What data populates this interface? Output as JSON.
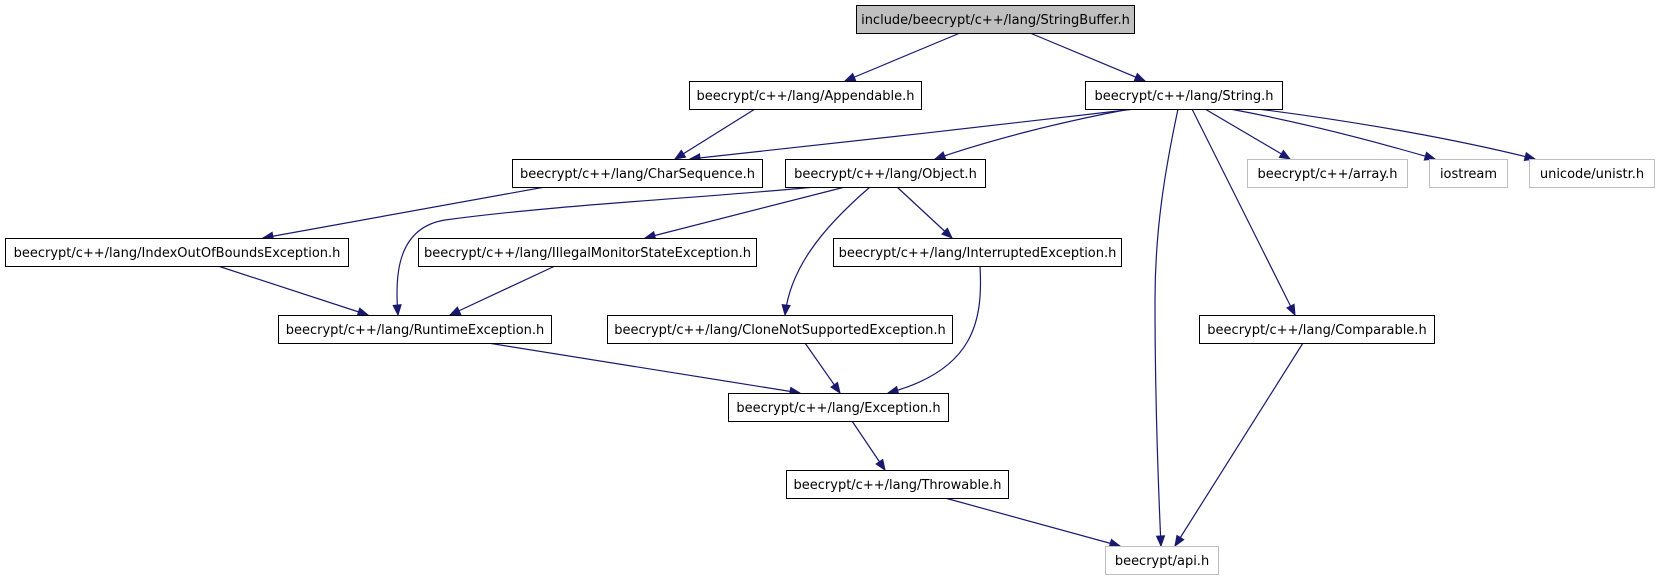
{
  "graph": {
    "colors": {
      "edge": "#191970",
      "node_border": "#000000",
      "external_border": "#bfbfbf",
      "root_fill": "#bfbfbf",
      "node_fill": "#ffffff"
    },
    "nodes": [
      {
        "id": "stringbuffer",
        "label": "include/beecrypt/c++/lang/StringBuffer.h",
        "kind": "root"
      },
      {
        "id": "appendable",
        "label": "beecrypt/c++/lang/Appendable.h",
        "kind": "internal"
      },
      {
        "id": "string",
        "label": "beecrypt/c++/lang/String.h",
        "kind": "internal"
      },
      {
        "id": "charsequence",
        "label": "beecrypt/c++/lang/CharSequence.h",
        "kind": "internal"
      },
      {
        "id": "object",
        "label": "beecrypt/c++/lang/Object.h",
        "kind": "internal"
      },
      {
        "id": "array",
        "label": "beecrypt/c++/array.h",
        "kind": "external"
      },
      {
        "id": "iostream",
        "label": "iostream",
        "kind": "external"
      },
      {
        "id": "unistr",
        "label": "unicode/unistr.h",
        "kind": "external"
      },
      {
        "id": "indexoutofbounds",
        "label": "beecrypt/c++/lang/IndexOutOfBoundsException.h",
        "kind": "internal"
      },
      {
        "id": "illegalmonitor",
        "label": "beecrypt/c++/lang/IllegalMonitorStateException.h",
        "kind": "internal"
      },
      {
        "id": "interrupted",
        "label": "beecrypt/c++/lang/InterruptedException.h",
        "kind": "internal"
      },
      {
        "id": "runtime",
        "label": "beecrypt/c++/lang/RuntimeException.h",
        "kind": "internal"
      },
      {
        "id": "clonenotsupported",
        "label": "beecrypt/c++/lang/CloneNotSupportedException.h",
        "kind": "internal"
      },
      {
        "id": "comparable",
        "label": "beecrypt/c++/lang/Comparable.h",
        "kind": "internal"
      },
      {
        "id": "exception",
        "label": "beecrypt/c++/lang/Exception.h",
        "kind": "internal"
      },
      {
        "id": "throwable",
        "label": "beecrypt/c++/lang/Throwable.h",
        "kind": "internal"
      },
      {
        "id": "api",
        "label": "beecrypt/api.h",
        "kind": "external"
      }
    ],
    "edges": [
      {
        "from": "stringbuffer",
        "to": "appendable"
      },
      {
        "from": "stringbuffer",
        "to": "string"
      },
      {
        "from": "appendable",
        "to": "charsequence"
      },
      {
        "from": "string",
        "to": "charsequence"
      },
      {
        "from": "string",
        "to": "object"
      },
      {
        "from": "string",
        "to": "array"
      },
      {
        "from": "string",
        "to": "iostream"
      },
      {
        "from": "string",
        "to": "unistr"
      },
      {
        "from": "string",
        "to": "comparable"
      },
      {
        "from": "string",
        "to": "api"
      },
      {
        "from": "charsequence",
        "to": "indexoutofbounds"
      },
      {
        "from": "object",
        "to": "runtime"
      },
      {
        "from": "object",
        "to": "illegalmonitor"
      },
      {
        "from": "object",
        "to": "interrupted"
      },
      {
        "from": "object",
        "to": "clonenotsupported"
      },
      {
        "from": "indexoutofbounds",
        "to": "runtime"
      },
      {
        "from": "illegalmonitor",
        "to": "runtime"
      },
      {
        "from": "runtime",
        "to": "exception"
      },
      {
        "from": "clonenotsupported",
        "to": "exception"
      },
      {
        "from": "interrupted",
        "to": "exception"
      },
      {
        "from": "comparable",
        "to": "api"
      },
      {
        "from": "exception",
        "to": "throwable"
      },
      {
        "from": "throwable",
        "to": "api"
      }
    ]
  }
}
